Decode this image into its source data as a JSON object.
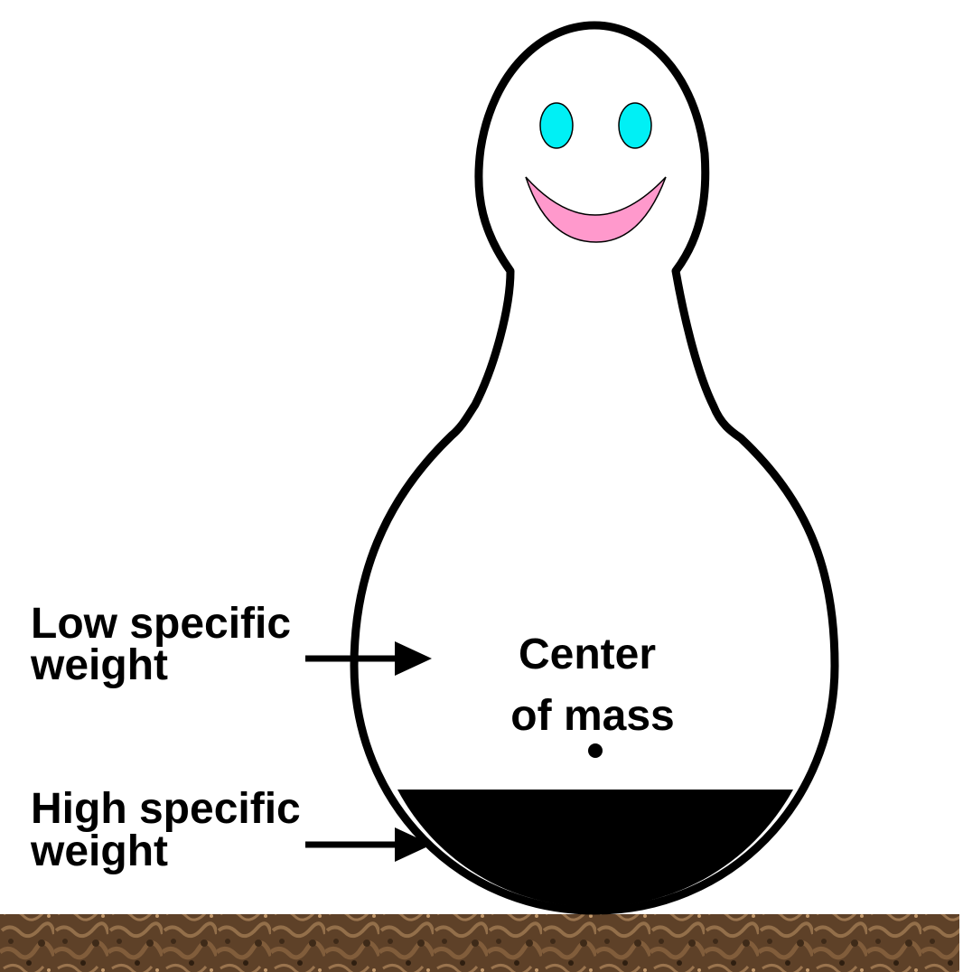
{
  "labels": {
    "low_weight_line1": "Low specific",
    "low_weight_line2": "weight",
    "high_weight_line1": "High specific",
    "high_weight_line2": "weight",
    "center_line1": "Center",
    "center_line2": "of mass"
  },
  "colors": {
    "outline": "#000000",
    "body_fill": "#ffffff",
    "heavy_base": "#000000",
    "eyes": "#00f0f5",
    "mouth": "#ff99cc",
    "ground": "#6b4a2e",
    "center_dot": "#000000"
  }
}
